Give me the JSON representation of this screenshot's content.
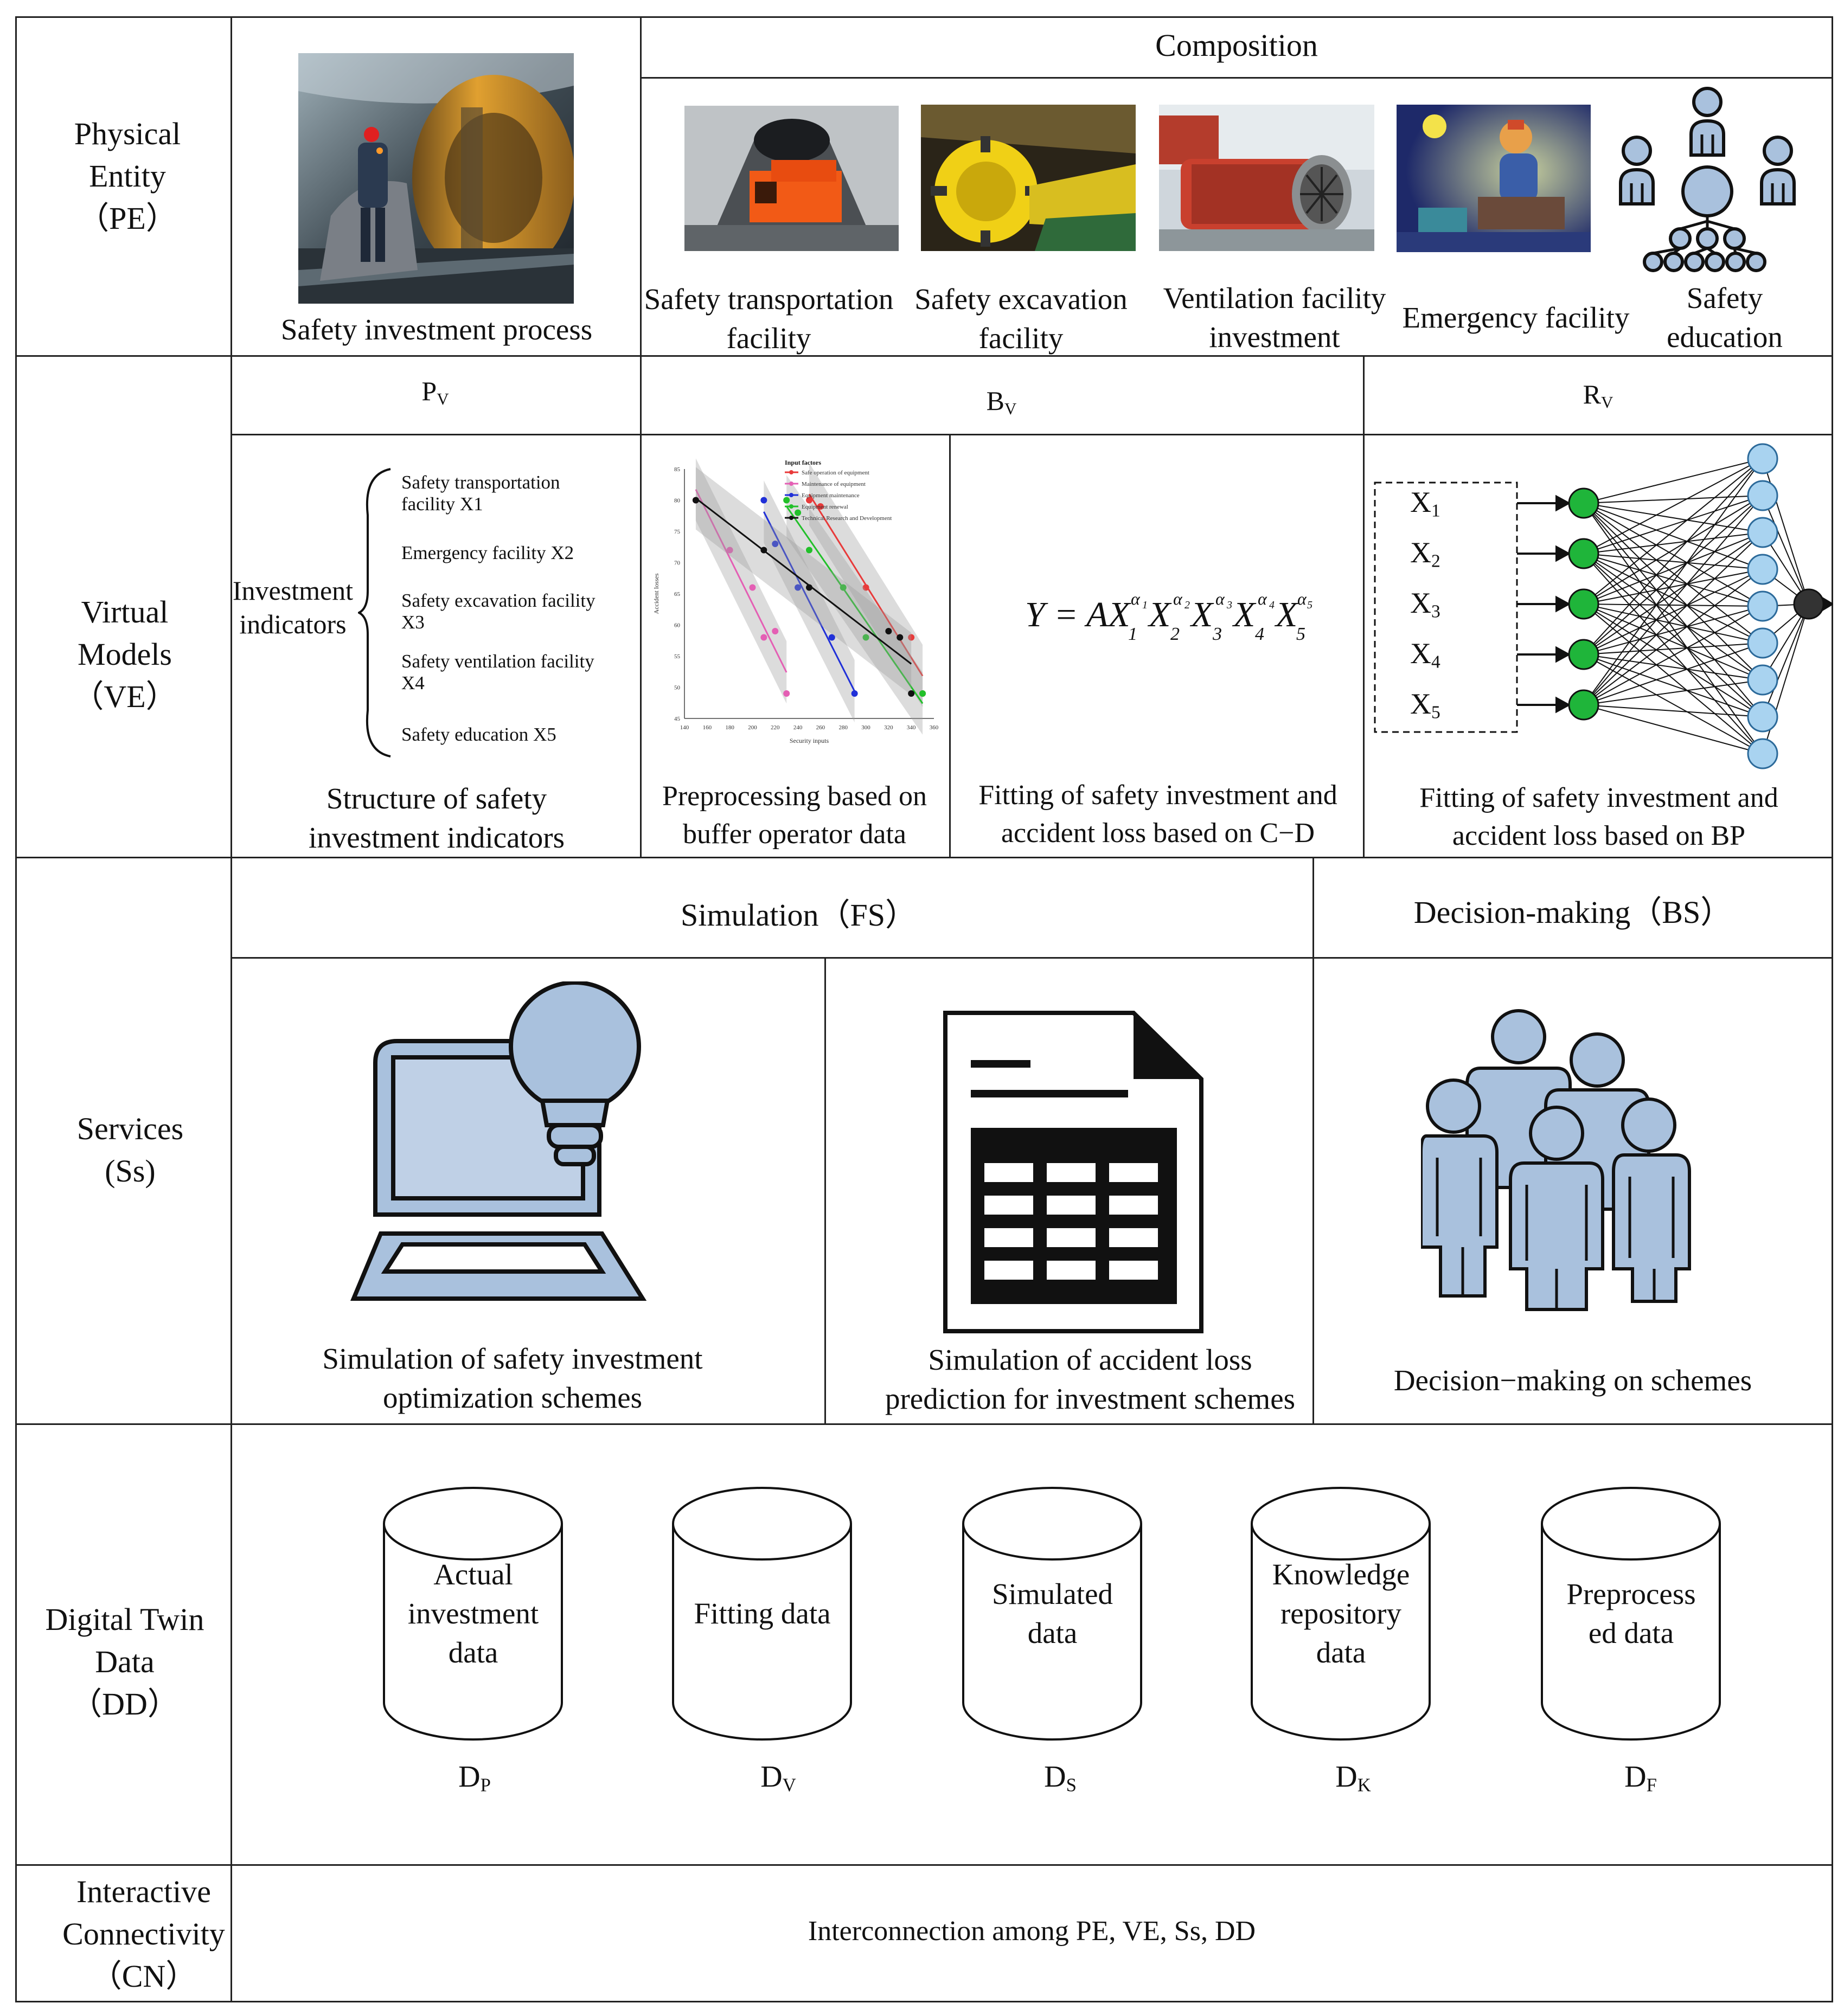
{
  "rows": {
    "pe": {
      "label": [
        "Physical",
        "Entity",
        "（PE）"
      ]
    },
    "ve": {
      "label": [
        "Virtual",
        "Models",
        "（VE）"
      ]
    },
    "ss": {
      "label": [
        "Services",
        "(Ss)"
      ]
    },
    "dd": {
      "label": [
        "Digital Twin",
        "Data",
        "（DD）"
      ]
    },
    "cn": {
      "label": [
        "Interactive",
        "Connectivity",
        "（CN）"
      ]
    }
  },
  "pe": {
    "process_caption": "Safety investment process",
    "composition_header": "Composition",
    "items": [
      {
        "caption": [
          "Safety transportation",
          "facility"
        ]
      },
      {
        "caption": [
          "Safety excavation",
          "facility"
        ]
      },
      {
        "caption": [
          "Ventilation facility",
          "investment"
        ]
      },
      {
        "caption": [
          "Emergency facility"
        ]
      },
      {
        "caption": [
          "Safety",
          "education"
        ]
      }
    ]
  },
  "ve": {
    "headers": {
      "pv": "P",
      "pv_sub": "V",
      "bv": "B",
      "bv_sub": "V",
      "rv": "R",
      "rv_sub": "V"
    },
    "indicators": {
      "root": [
        "Investment",
        "indicators"
      ],
      "list": [
        [
          "Safety transportation",
          "facility  X1"
        ],
        [
          "Emergency facility X2"
        ],
        [
          "Safety excavation facility",
          "X3"
        ],
        [
          "Safety ventilation facility",
          "X4"
        ],
        [
          "Safety education  X5"
        ]
      ],
      "caption": [
        "Structure of safety",
        "investment indicators"
      ]
    },
    "preprocess_caption": [
      "Preprocessing based on",
      "buffer operator data"
    ],
    "cd_caption": [
      "Fitting of safety investment and",
      "accident loss based on C−D"
    ],
    "bp_caption": [
      "Fitting of safety investment and",
      "accident loss based on BP"
    ],
    "bp_inputs": [
      "X",
      "X",
      "X",
      "X",
      "X"
    ],
    "bp_input_subs": [
      "1",
      "2",
      "3",
      "4",
      "5"
    ],
    "formula": "Y = AX1^α1 X2^α2 X3^α3 X4^α4 X5^α5"
  },
  "chart_data": {
    "type": "scatter",
    "xlabel": "Security inputs",
    "ylabel": "Accident losses",
    "legend_title": "Input factors",
    "xlim": [
      140,
      360
    ],
    "ylim": [
      45,
      85
    ],
    "xticks": [
      140,
      160,
      180,
      200,
      220,
      240,
      260,
      280,
      300,
      320,
      340,
      360
    ],
    "yticks": [
      45,
      50,
      55,
      60,
      65,
      70,
      75,
      80,
      85
    ],
    "series": [
      {
        "name": "Safe operation of equipment",
        "color": "#e83a3a",
        "x": [
          250,
          260,
          300,
          340,
          350
        ],
        "y": [
          80,
          79,
          66,
          58,
          49
        ]
      },
      {
        "name": "Maintenance of equipment",
        "color": "#e45fb4",
        "x": [
          150,
          180,
          200,
          210,
          220,
          230
        ],
        "y": [
          80,
          72,
          66,
          58,
          59,
          49
        ]
      },
      {
        "name": "Equipment maintenance",
        "color": "#2030d8",
        "x": [
          210,
          220,
          240,
          270,
          290
        ],
        "y": [
          80,
          73,
          66,
          58,
          49
        ]
      },
      {
        "name": "Equipment renewal",
        "color": "#22c02a",
        "x": [
          230,
          240,
          250,
          280,
          300,
          350
        ],
        "y": [
          80,
          78,
          72,
          66,
          58,
          49
        ]
      },
      {
        "name": "Technical Research and Development",
        "color": "#111111",
        "x": [
          150,
          210,
          250,
          320,
          330,
          340
        ],
        "y": [
          80,
          72,
          66,
          59,
          58,
          49
        ]
      }
    ]
  },
  "services": {
    "simulation_header": "Simulation（FS）",
    "decision_header": "Decision-making（BS）",
    "sim_opt_caption": [
      "Simulation of safety investment",
      "optimization schemes"
    ],
    "sim_loss_caption": [
      "Simulation of accident loss",
      "prediction for investment schemes"
    ],
    "decision_caption": [
      "Decision−making on schemes"
    ]
  },
  "data": {
    "cylinders": [
      {
        "label": [
          "Actual",
          "investment",
          "data"
        ],
        "sym": "D",
        "sub": "P"
      },
      {
        "label": [
          "Fitting data"
        ],
        "sym": "D",
        "sub": "V"
      },
      {
        "label": [
          "Simulated",
          "data"
        ],
        "sym": "D",
        "sub": "S"
      },
      {
        "label": [
          "Knowledge",
          "repository",
          "data"
        ],
        "sym": "D",
        "sub": "K"
      },
      {
        "label": [
          "Preprocess",
          "ed data"
        ],
        "sym": "D",
        "sub": "F"
      }
    ]
  },
  "cn": {
    "text": "Interconnection among PE, VE, Ss, DD"
  },
  "colors": {
    "icon_fill": "#a9c1dd",
    "icon_dark": "#7f9bbd",
    "green": "#1fb53a",
    "line": "#222222"
  }
}
